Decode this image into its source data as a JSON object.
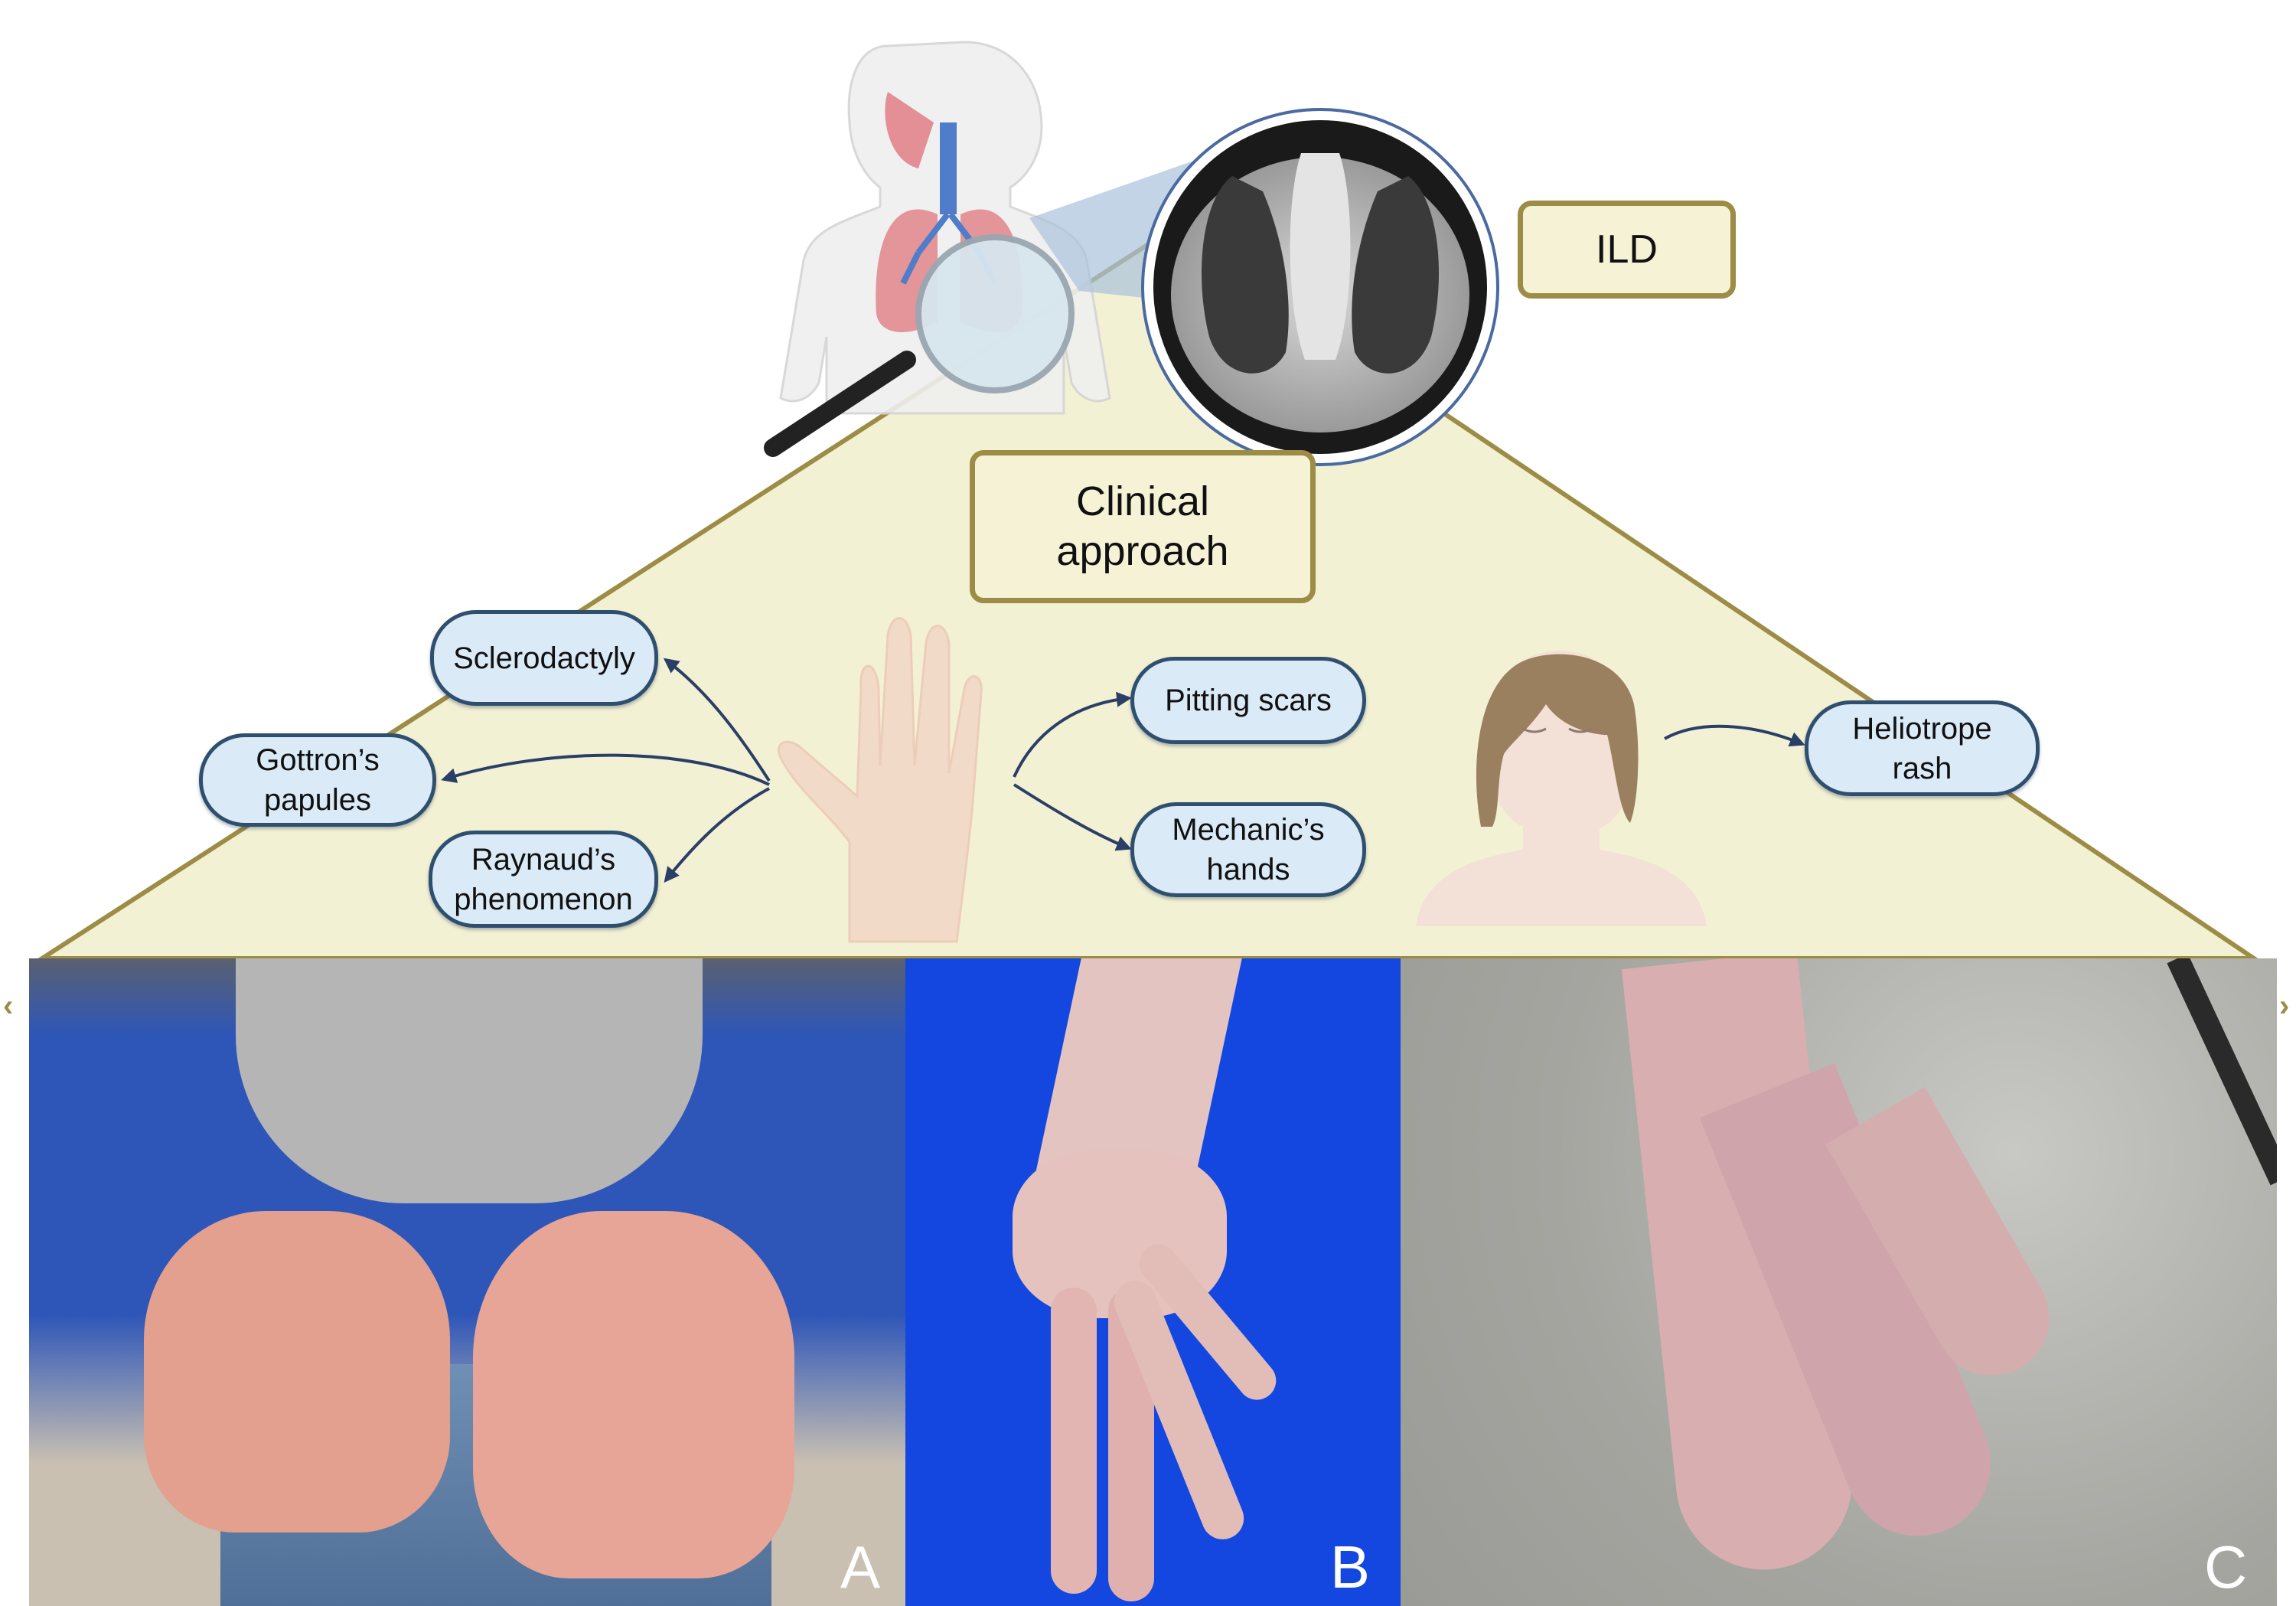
{
  "figure": {
    "top_box": {
      "label": "ILD"
    },
    "center_box": {
      "line1": "Clinical",
      "line2": "approach"
    },
    "hand_findings": [
      {
        "line1": "Sclerodactyly",
        "line2": ""
      },
      {
        "line1": "Gottron’s",
        "line2": "papules"
      },
      {
        "line1": "Raynaud’s",
        "line2": "phenomenon"
      },
      {
        "line1": "Pitting scars",
        "line2": ""
      },
      {
        "line1": "Mechanic’s",
        "line2": "hands"
      }
    ],
    "face_findings": [
      {
        "line1": "Heliotrope",
        "line2": "rash"
      }
    ],
    "icons": {
      "body": "human-respiratory-system-icon",
      "magnifier": "magnifying-glass-icon",
      "ct": "chest-ct-scan-image",
      "hand": "hand-illustration-icon",
      "face": "female-face-illustration-icon"
    },
    "panels": [
      {
        "letter": "A",
        "description": "Photo of two hands with swollen red fingers resting on knees"
      },
      {
        "letter": "B",
        "description": "Photo of hand with erythematous rash on blue background"
      },
      {
        "letter": "C",
        "description": "Photo of fingers with thickened cracked skin on grey surface"
      }
    ],
    "colors": {
      "triangle_fill": "#f3f1d4",
      "triangle_border": "#9c8c45",
      "pill_fill": "#dbeaf7",
      "pill_border": "#2f4f6f",
      "arrow": "#2b3f66"
    }
  }
}
